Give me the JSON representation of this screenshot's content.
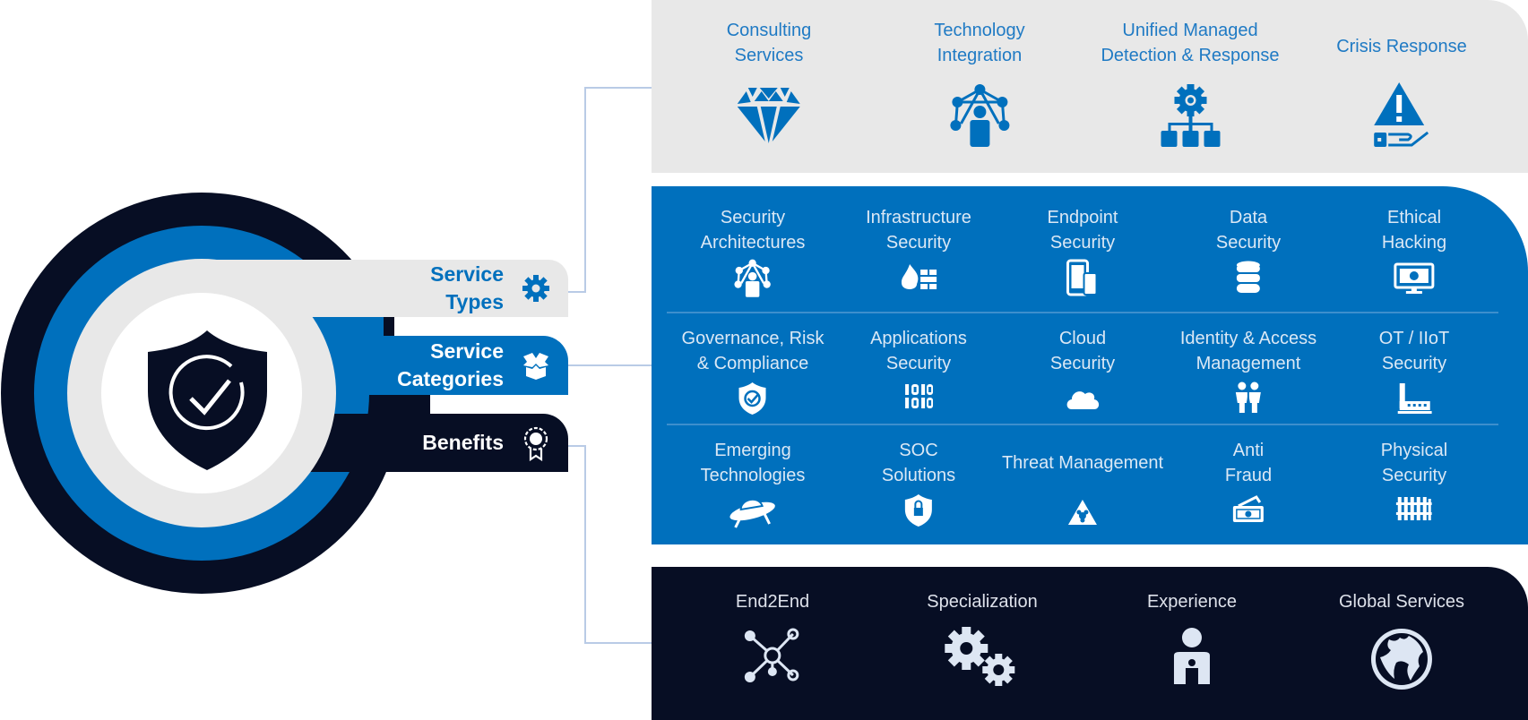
{
  "colors": {
    "dark_navy": "#070e24",
    "brand_blue": "#0070bd",
    "light_gray": "#e8e8e8",
    "connector": "#b9cbe6"
  },
  "hub": {
    "center_icon": "shield-check-icon",
    "tabs": [
      {
        "label_line1": "Service",
        "label_line2": "Types",
        "icon": "gear-icon"
      },
      {
        "label_line1": "Service",
        "label_line2": "Categories",
        "icon": "open-box-icon"
      },
      {
        "label_line1": "Benefits",
        "label_line2": "",
        "icon": "award-ribbon-icon"
      }
    ]
  },
  "service_types": [
    {
      "line1": "Consulting",
      "line2": "Services",
      "icon": "diamond-icon"
    },
    {
      "line1": "Technology",
      "line2": "Integration",
      "icon": "network-person-icon"
    },
    {
      "line1": "Unified Managed",
      "line2": "Detection & Response",
      "icon": "gear-hierarchy-icon"
    },
    {
      "line1": "Crisis Response",
      "line2": "",
      "icon": "warning-hand-icon"
    }
  ],
  "service_categories": [
    [
      {
        "line1": "Security",
        "line2": "Architectures",
        "icon": "network-person-icon"
      },
      {
        "line1": "Infrastructure",
        "line2": "Security",
        "icon": "firewall-icon"
      },
      {
        "line1": "Endpoint",
        "line2": "Security",
        "icon": "devices-icon"
      },
      {
        "line1": "Data",
        "line2": "Security",
        "icon": "database-icon"
      },
      {
        "line1": "Ethical",
        "line2": "Hacking",
        "icon": "monitor-biohazard-icon"
      }
    ],
    [
      {
        "line1": "Governance, Risk",
        "line2": "& Compliance",
        "icon": "shield-check-icon"
      },
      {
        "line1": "Applications",
        "line2": "Security",
        "icon": "binary-code-icon"
      },
      {
        "line1": "Cloud",
        "line2": "Security",
        "icon": "cloud-icon"
      },
      {
        "line1": "Identity & Access",
        "line2": "Management",
        "icon": "people-icon"
      },
      {
        "line1": "OT / IIoT",
        "line2": "Security",
        "icon": "factory-icon"
      }
    ],
    [
      {
        "line1": "Emerging",
        "line2": "Technologies",
        "icon": "ufo-icon"
      },
      {
        "line1": "SOC",
        "line2": "Solutions",
        "icon": "shield-lock-icon"
      },
      {
        "line1": "Threat Management",
        "line2": "",
        "icon": "biohazard-triangle-icon"
      },
      {
        "line1": "Anti",
        "line2": "Fraud",
        "icon": "money-icon"
      },
      {
        "line1": "Physical",
        "line2": "Security",
        "icon": "fence-icon"
      }
    ]
  ],
  "benefits": [
    {
      "label": "End2End",
      "icon": "network-nodes-icon"
    },
    {
      "label": "Specialization",
      "icon": "gears-icon"
    },
    {
      "label": "Experience",
      "icon": "person-icon"
    },
    {
      "label": "Global Services",
      "icon": "globe-icon"
    }
  ]
}
